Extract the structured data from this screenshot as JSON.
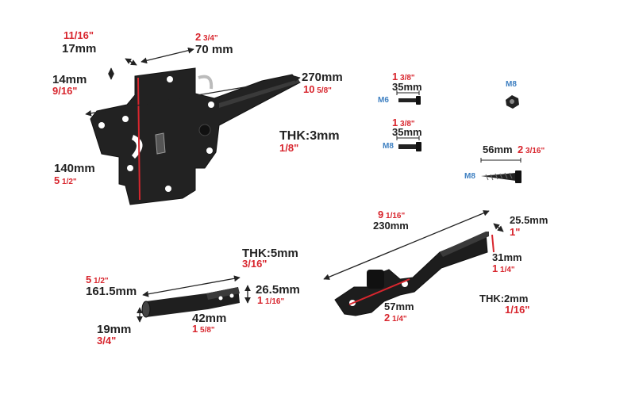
{
  "colors": {
    "dimension_red": "#d8262e",
    "part_black": "#202020",
    "bolt_label_blue": "#3d7fc1",
    "dimension_line": "#222222"
  },
  "latch": {
    "top_offset_in_whole": "11/16\"",
    "top_offset_mm": "17mm",
    "top_width_in_whole": "2",
    "top_width_in_frac": " 3/4\"",
    "top_width_mm": "70 mm",
    "length_mm": "270mm",
    "length_in_whole": "10",
    "length_in_frac": " 5/8\"",
    "height_small_mm": "14mm",
    "height_small_in": "9/16\"",
    "height_mm": "140mm",
    "height_in_whole": "5",
    "height_in_frac": " 1/2\"",
    "thickness": "THK:3mm",
    "thickness_in": "1/8\""
  },
  "hardware": {
    "bolt_m6_len_in_whole": "1",
    "bolt_m6_len_in_frac": " 3/8\"",
    "bolt_m6_len_mm": "35mm",
    "bolt_m6_label": "M6",
    "bolt_m8_len_in_whole": "1",
    "bolt_m8_len_in_frac": " 3/8\"",
    "bolt_m8_len_mm": "35mm",
    "bolt_m8_label": "M8",
    "nut_label": "M8",
    "screw_len_mm": "56mm",
    "screw_len_in_whole": "2",
    "screw_len_in_frac": " 3/16\"",
    "screw_label": "M8"
  },
  "handle": {
    "length_in_whole": "9",
    "length_in_frac": " 1/16\"",
    "length_mm": "230mm",
    "width_mm": "25.5mm",
    "width_in": "1\"",
    "drop_mm": "31mm",
    "drop_in_whole": "1",
    "drop_in_frac": " 1/4\"",
    "hub_mm": "57mm",
    "hub_in_whole": "2",
    "hub_in_frac": " 1/4\"",
    "thickness": "THK:2mm",
    "thickness_in": "1/16\""
  },
  "keeper": {
    "thickness": "THK:5mm",
    "thickness_in": "3/16\"",
    "length_in_whole": "5",
    "length_in_frac": " 1/2\"",
    "length_mm": "161.5mm",
    "height_mm": "26.5mm",
    "height_in_whole": "1",
    "height_in_frac": " 1/16\"",
    "diameter_mm": "19mm",
    "diameter_in": "3/4\"",
    "slot_mm": "42mm",
    "slot_in_whole": "1",
    "slot_in_frac": " 5/8\""
  }
}
